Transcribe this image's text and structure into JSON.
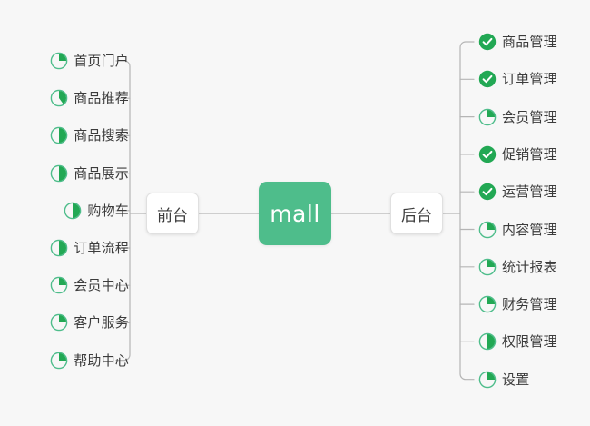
{
  "diagram": {
    "title": "mall",
    "background_color": "#f7f7f7",
    "accent_color": "#4ebd8b",
    "done_color": "#22a854",
    "line_color": "#b5b5b5",
    "text_color": "#3c3c3c"
  },
  "root": {
    "label": "mall"
  },
  "branches": [
    {
      "id": "frontend",
      "label": "前台"
    },
    {
      "id": "backend",
      "label": "后台"
    }
  ],
  "frontend_items": [
    {
      "label": "首页门户",
      "status": "partial",
      "progress": 25
    },
    {
      "label": "商品推荐",
      "status": "partial",
      "progress": 40
    },
    {
      "label": "商品搜索",
      "status": "partial",
      "progress": 50
    },
    {
      "label": "商品展示",
      "status": "partial",
      "progress": 50
    },
    {
      "label": "购物车",
      "status": "partial",
      "progress": 50
    },
    {
      "label": "订单流程",
      "status": "partial",
      "progress": 50
    },
    {
      "label": "会员中心",
      "status": "partial",
      "progress": 25
    },
    {
      "label": "客户服务",
      "status": "partial",
      "progress": 25
    },
    {
      "label": "帮助中心",
      "status": "partial",
      "progress": 25
    }
  ],
  "backend_items": [
    {
      "label": "商品管理",
      "status": "done",
      "progress": 100
    },
    {
      "label": "订单管理",
      "status": "done",
      "progress": 100
    },
    {
      "label": "会员管理",
      "status": "partial",
      "progress": 25
    },
    {
      "label": "促销管理",
      "status": "done",
      "progress": 100
    },
    {
      "label": "运营管理",
      "status": "done",
      "progress": 100
    },
    {
      "label": "内容管理",
      "status": "partial",
      "progress": 25
    },
    {
      "label": "统计报表",
      "status": "partial",
      "progress": 25
    },
    {
      "label": "财务管理",
      "status": "partial",
      "progress": 25
    },
    {
      "label": "权限管理",
      "status": "partial",
      "progress": 50
    },
    {
      "label": "设置",
      "status": "partial",
      "progress": 25
    }
  ]
}
